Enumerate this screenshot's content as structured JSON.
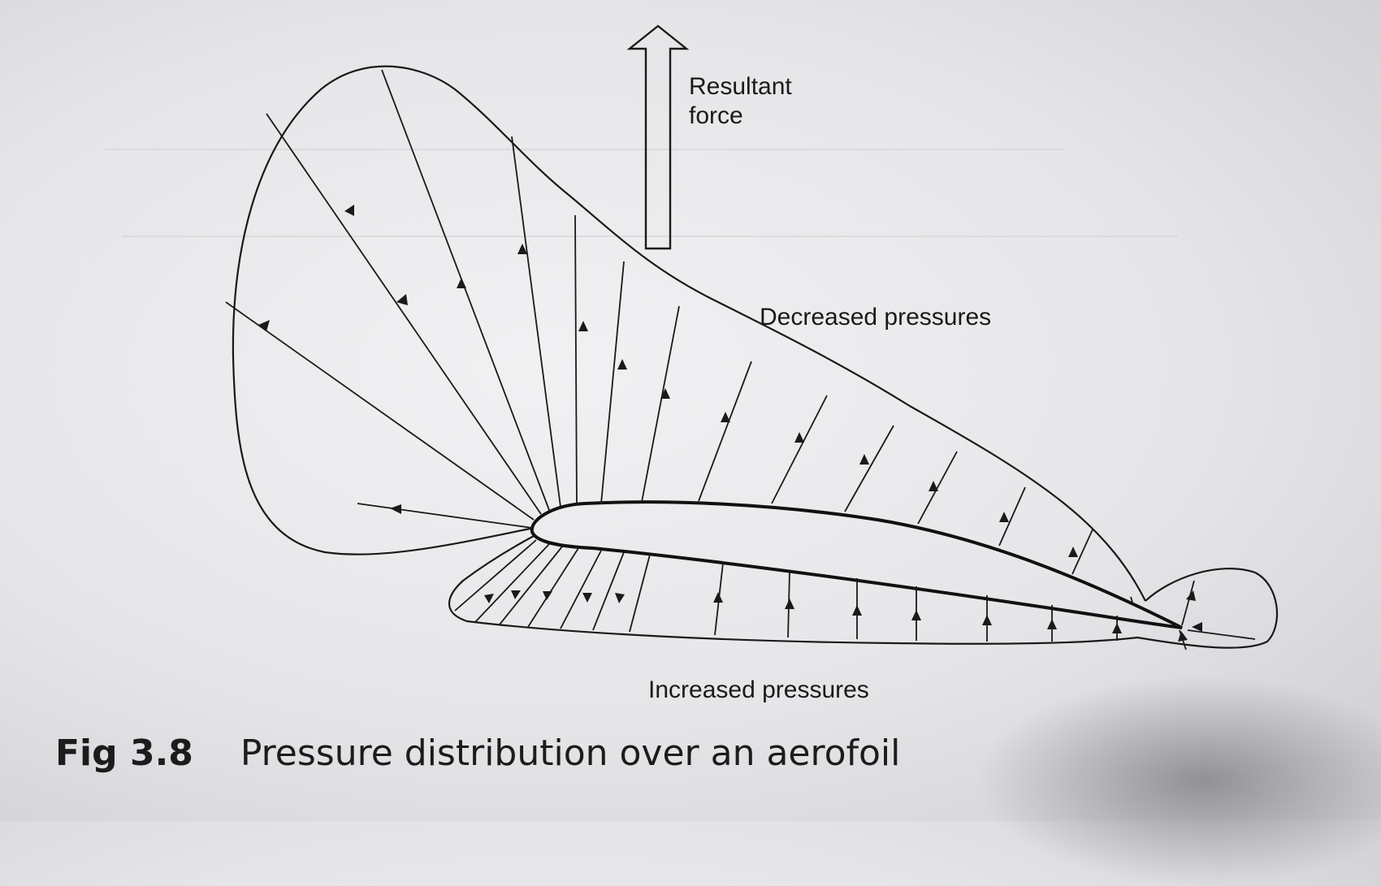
{
  "labels": {
    "resultant_force": [
      "Resultant",
      "force"
    ],
    "decreased_pressures": "Decreased pressures",
    "increased_pressures": "Increased pressures"
  },
  "caption": {
    "number": "Fig 3.8",
    "text": "Pressure distribution over an aerofoil"
  },
  "colors": {
    "ink": "#1a1a1a",
    "paper": "#e9e8eb"
  }
}
